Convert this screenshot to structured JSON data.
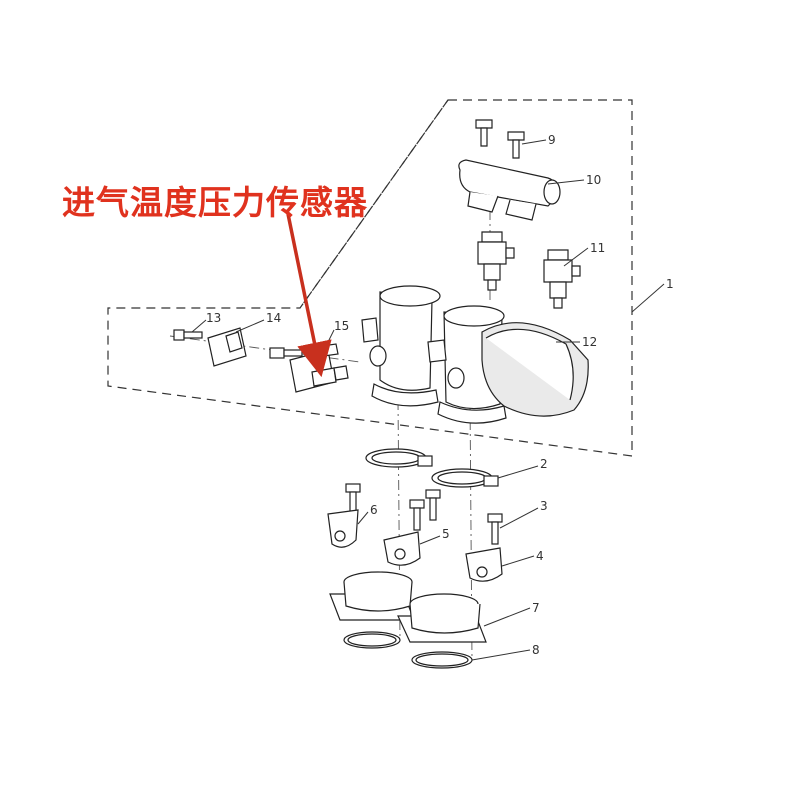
{
  "callout": {
    "text": "进气温度压力传感器",
    "color": "#e0321e",
    "arrow_color": "#c8301e"
  },
  "labels": {
    "assembly": "1",
    "n2": "2",
    "n3": "3",
    "n4": "4",
    "n5": "5",
    "n6": "6",
    "n7": "7",
    "n8": "8",
    "n9": "9",
    "n10": "10",
    "n11": "11",
    "n12": "12",
    "n13": "13",
    "n14": "14",
    "n15": "15"
  },
  "icons": {
    "arrow": "arrow-down-icon"
  }
}
